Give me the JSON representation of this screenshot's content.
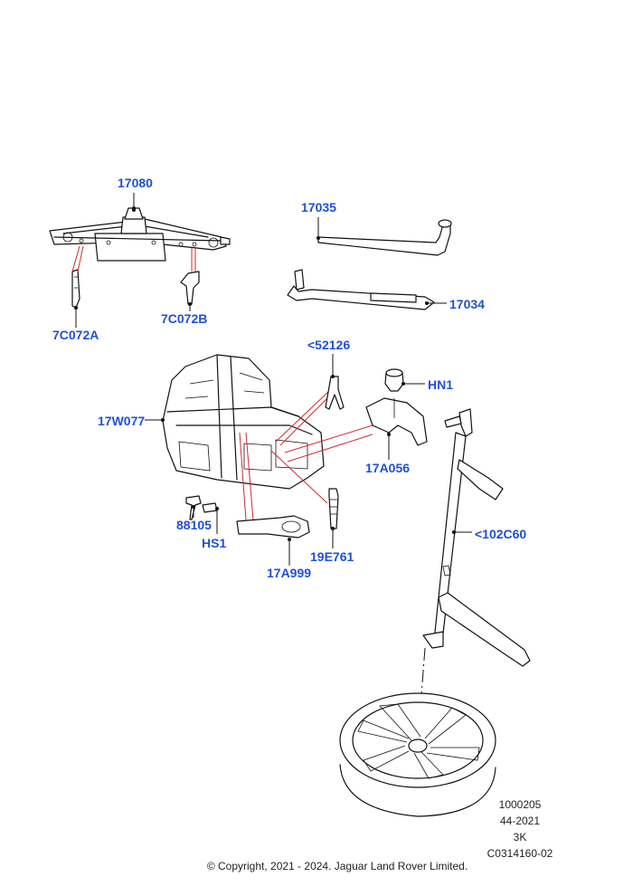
{
  "labels": {
    "l17080": "17080",
    "l17035": "17035",
    "l17034": "17034",
    "l7C072A": "7C072A",
    "l7C072B": "7C072B",
    "l52126": "<52126",
    "lHN1": "HN1",
    "l17W077": "17W077",
    "l17A056": "17A056",
    "l102C60": "<102C60",
    "l88105": "88105",
    "lHS1": "HS1",
    "l19E761": "19E761",
    "l17A999": "17A999"
  },
  "reference": {
    "line1": "1000205",
    "line2": "44-2021",
    "line3": "3K",
    "line4": "C0314160-02"
  },
  "copyright": "© Copyright, 2021 - 2024. Jaguar Land Rover Limited.",
  "colors": {
    "label": "#1f4fd8",
    "leader_highlight": "#d42a2a",
    "outline": "#111111"
  }
}
